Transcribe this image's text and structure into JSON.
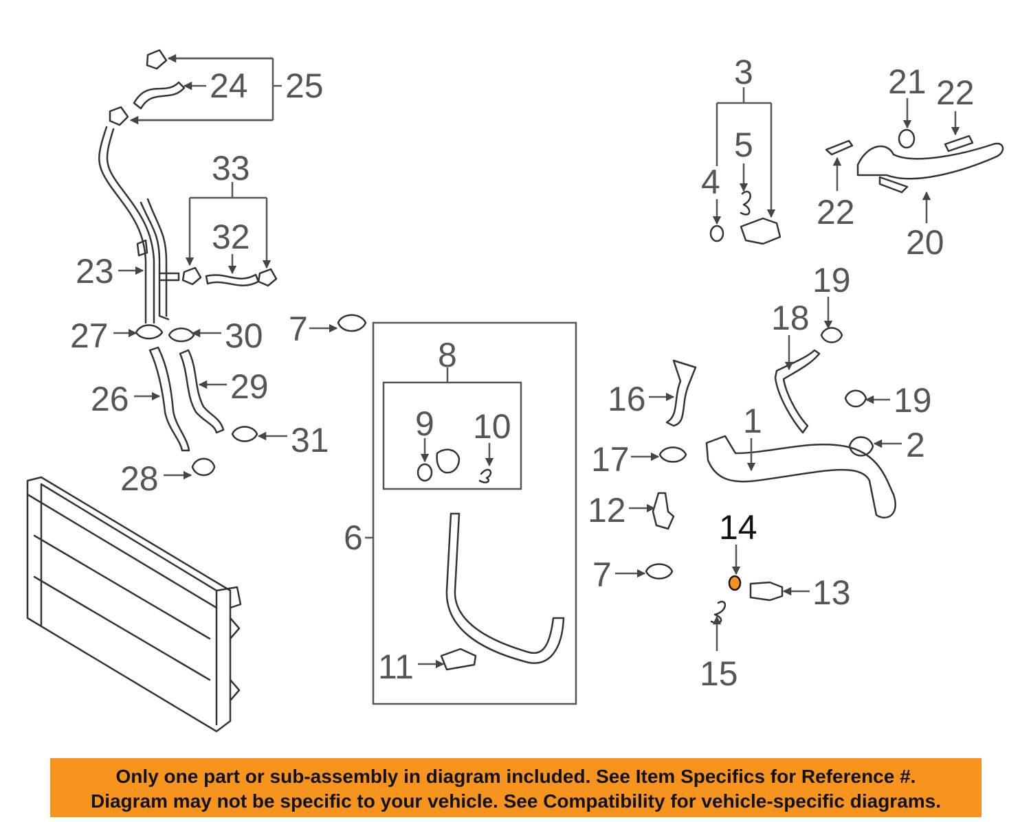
{
  "banner": {
    "line1": "Only one part or sub-assembly in diagram included. See Item Specifics for Reference #.",
    "line2": "Diagram may not be specific to your vehicle. See Compatibility for vehicle-specific diagrams."
  },
  "highlight_color": "#f7941d",
  "callouts": {
    "n1": "1",
    "n2": "2",
    "n3": "3",
    "n4": "4",
    "n5": "5",
    "n6": "6",
    "n7": "7",
    "n8": "8",
    "n9": "9",
    "n10": "10",
    "n11": "11",
    "n12": "12",
    "n13": "13",
    "n14": "14",
    "n15": "15",
    "n16": "16",
    "n17": "17",
    "n18": "18",
    "n19": "19",
    "n20": "20",
    "n21": "21",
    "n22": "22",
    "n23": "23",
    "n24": "24",
    "n25": "25",
    "n26": "26",
    "n27": "27",
    "n28": "28",
    "n29": "29",
    "n30": "30",
    "n31": "31",
    "n32": "32",
    "n33": "33"
  }
}
